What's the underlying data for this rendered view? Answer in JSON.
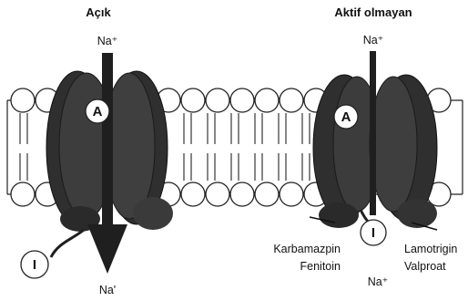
{
  "panels": {
    "open": {
      "title": "Açık",
      "na_top": "Na⁺",
      "na_bottom": "Na'"
    },
    "inactive": {
      "title": "Aktif olmayan",
      "na_top": "Na⁺",
      "na_bottom": "Na⁺"
    }
  },
  "gates": {
    "activation": "A",
    "inactivation": "I"
  },
  "drugs": {
    "left_group": [
      "Karbamazpin",
      "Fenitoin"
    ],
    "right_group": [
      "Lamotrigin",
      "Valproat"
    ]
  },
  "colors": {
    "protein": "#3c3c3c",
    "protein_dark": "#2a2a2a",
    "arrow": "#222222",
    "membrane_line": "#222222",
    "lipid_head": "#ffffff"
  }
}
